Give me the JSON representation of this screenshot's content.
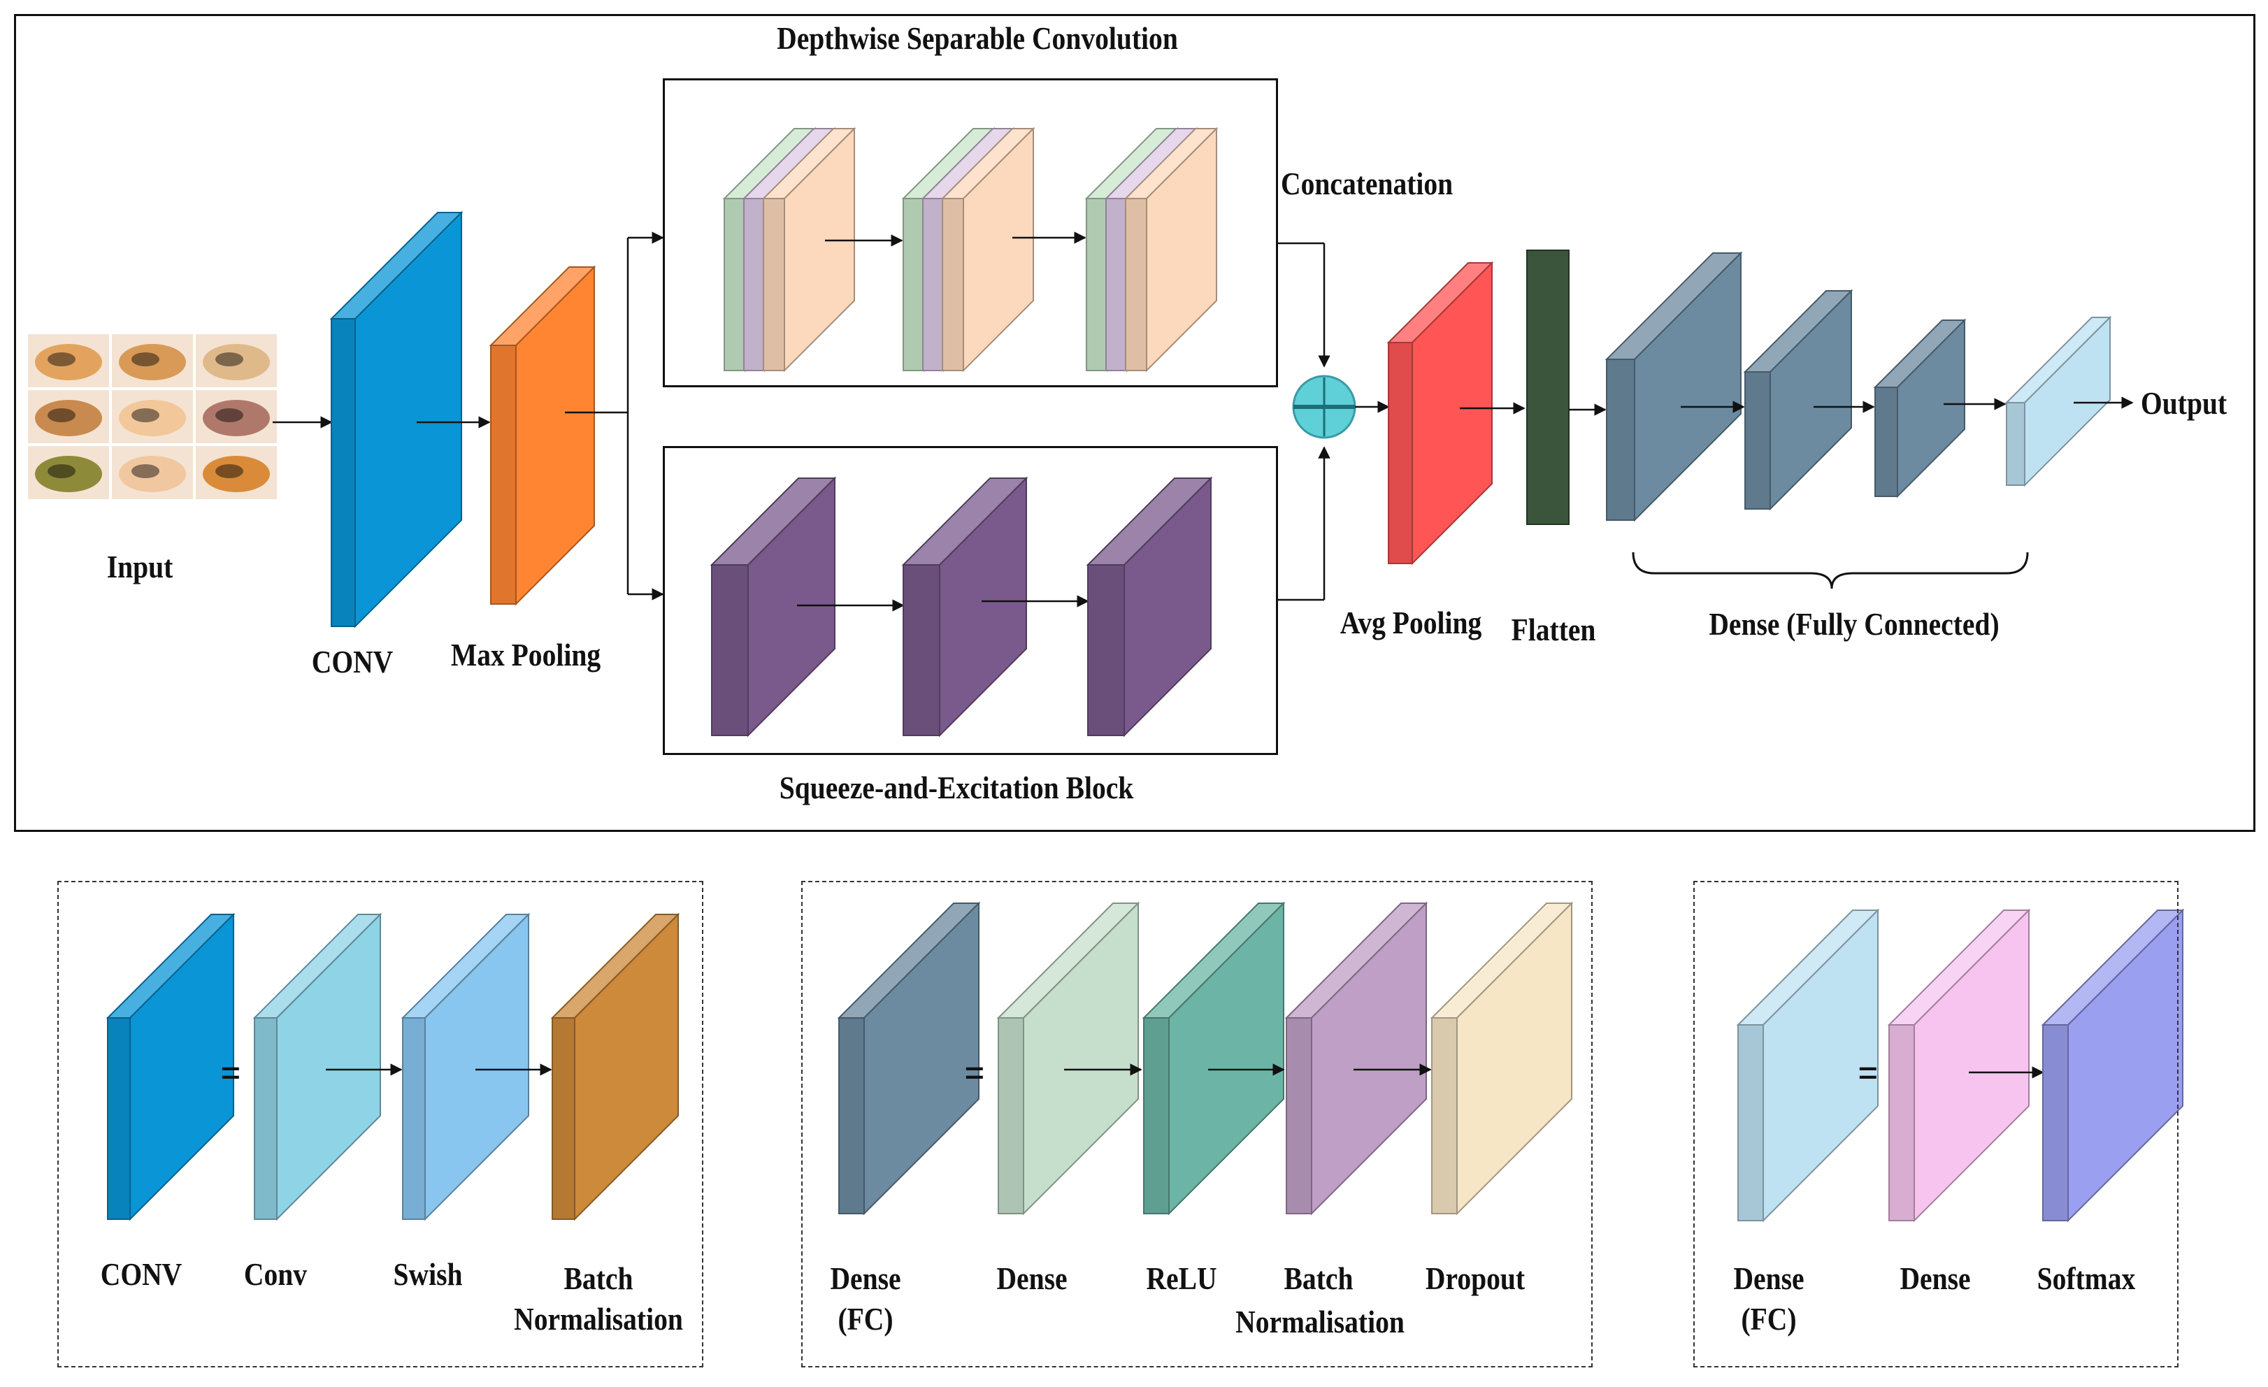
{
  "diagram": {
    "main": {
      "input_label": "Input",
      "conv_label": "CONV",
      "maxpool_label": "Max Pooling",
      "dsc_title": "Depthwise Separable Convolution",
      "se_title": "Squeeze-and-Excitation Block",
      "concat_label": "Concatenation",
      "avgpool_label": "Avg Pooling",
      "flatten_label": "Flatten",
      "dense_group_label": "Dense (Fully Connected)",
      "output_label": "Output"
    },
    "legend_conv": {
      "items": [
        "CONV",
        "Conv",
        "Swish",
        "Batch\nNormalisation"
      ]
    },
    "legend_dense": {
      "items": [
        "Dense\n(FC)",
        "Dense",
        "ReLU",
        "Batch",
        "Normalisation",
        "Dropout"
      ]
    },
    "legend_output": {
      "items": [
        "Dense\n(FC)",
        "Dense",
        "Softmax"
      ]
    },
    "equals_symbol": "=",
    "colors": {
      "conv_blue": "#0a95d6",
      "maxpool_orange": "#ff8533",
      "avgpool_red": "#ff5555",
      "flatten_green": "#3a553b",
      "dense_slate": "#6c8aa0",
      "output_light_blue": "#bfe2f3",
      "se_purple": "#7a5a8c",
      "dsc_peach": "#fcd9bc",
      "concat_cyan": "#5fd0d8"
    }
  }
}
